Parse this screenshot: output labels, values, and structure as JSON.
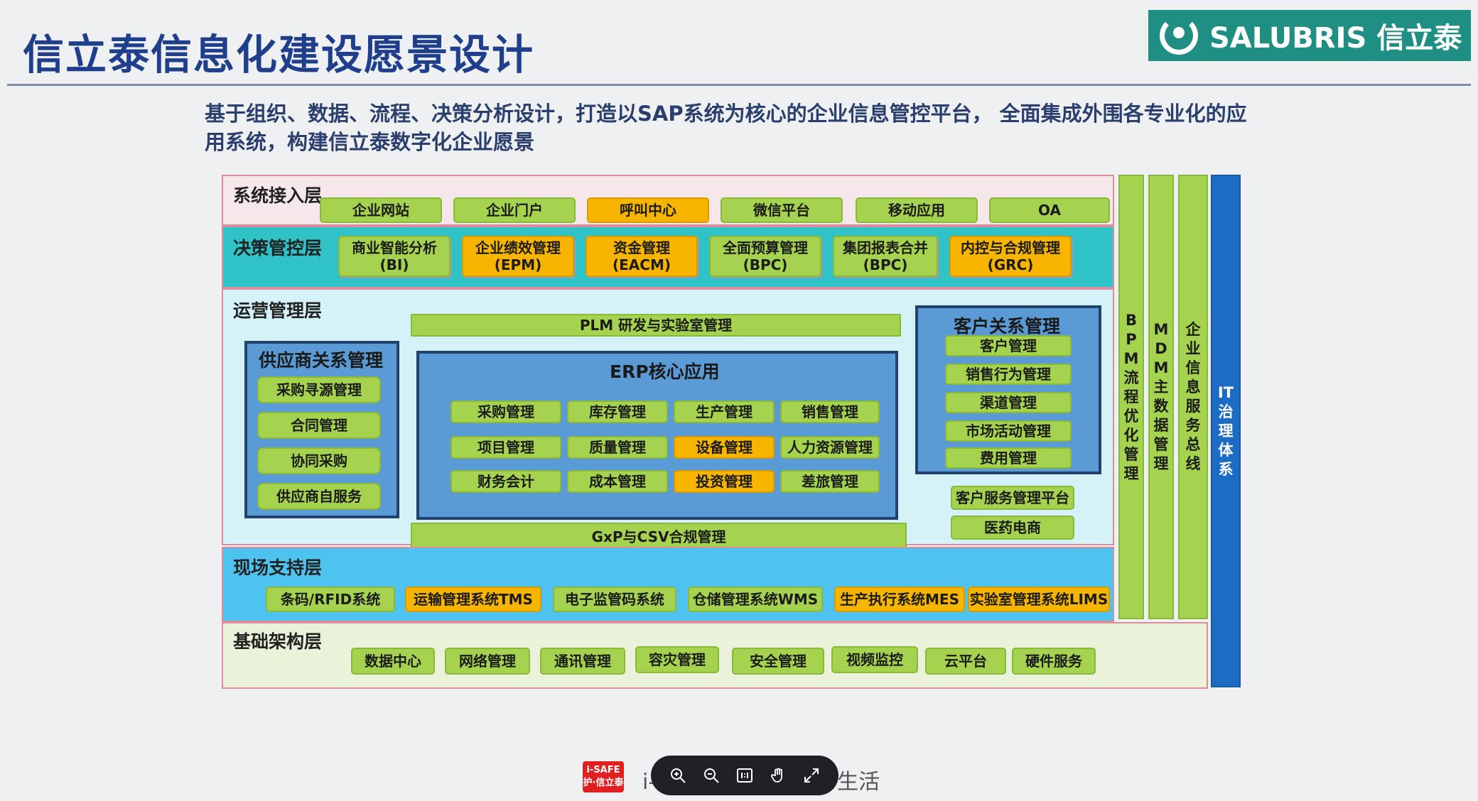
{
  "title": "信立泰信息化建设愿景设计",
  "logo": {
    "brand": "SALUBRIS 信立泰"
  },
  "subtitle": "基于组织、数据、流程、决策分析设计，打造以SAP系统为核心的企业信息管控平台， 全面集成外围各专业化的应用系统，构建信立泰数字化企业愿景",
  "access": {
    "label": "系统接入层",
    "items": [
      "企业网站",
      "企业门户",
      "呼叫中心",
      "微信平台",
      "移动应用",
      "OA"
    ]
  },
  "decision": {
    "label": "决策管控层",
    "items": [
      "商业智能分析\n(BI)",
      "企业绩效管理\n(EPM)",
      "资金管理\n(EACM)",
      "全面预算管理\n(BPC)",
      "集团报表合并\n(BPC)",
      "内控与合规管理\n(GRC)"
    ]
  },
  "ops": {
    "label": "运营管理层",
    "plm": "PLM 研发与实验室管理",
    "gxp": "GxP与CSV合规管理",
    "supplier": {
      "title": "供应商关系管理",
      "items": [
        "采购寻源管理",
        "合同管理",
        "协同采购",
        "供应商自服务"
      ]
    },
    "erp": {
      "title": "ERP核心应用",
      "items": [
        "采购管理",
        "库存管理",
        "生产管理",
        "销售管理",
        "项目管理",
        "质量管理",
        "设备管理",
        "人力资源管理",
        "财务会计",
        "成本管理",
        "投资管理",
        "差旅管理"
      ]
    },
    "crm": {
      "title": "客户关系管理",
      "items": [
        "客户管理",
        "销售行为管理",
        "渠道管理",
        "市场活动管理",
        "费用管理"
      ]
    },
    "extra": [
      "客户服务管理平台",
      "医药电商"
    ]
  },
  "field": {
    "label": "现场支持层",
    "items": [
      "条码/RFID系统",
      "运输管理系统TMS",
      "电子监管码系统",
      "仓储管理系统WMS",
      "生产执行系统MES",
      "实验室管理系统LIMS"
    ]
  },
  "infra": {
    "label": "基础架构层",
    "items": [
      "数据中心",
      "网络管理",
      "通讯管理",
      "容灾管理",
      "安全管理",
      "视频监控",
      "云平台",
      "硬件服务"
    ]
  },
  "vertical": {
    "bpm": "BPM流程优化管理",
    "mdm": "MDM主数据管理",
    "esb": "企业信息服务总线",
    "it": "IT治理体系"
  },
  "footer": {
    "badge": "i-SAFE 护·信立泰",
    "text": "i-SAFE 守护生命 爱·生活"
  },
  "toolbar": {
    "zoom_in": "zoom-in",
    "zoom_out": "zoom-out",
    "actual_size": "1:1",
    "pan": "hand",
    "fullscreen": "expand"
  }
}
